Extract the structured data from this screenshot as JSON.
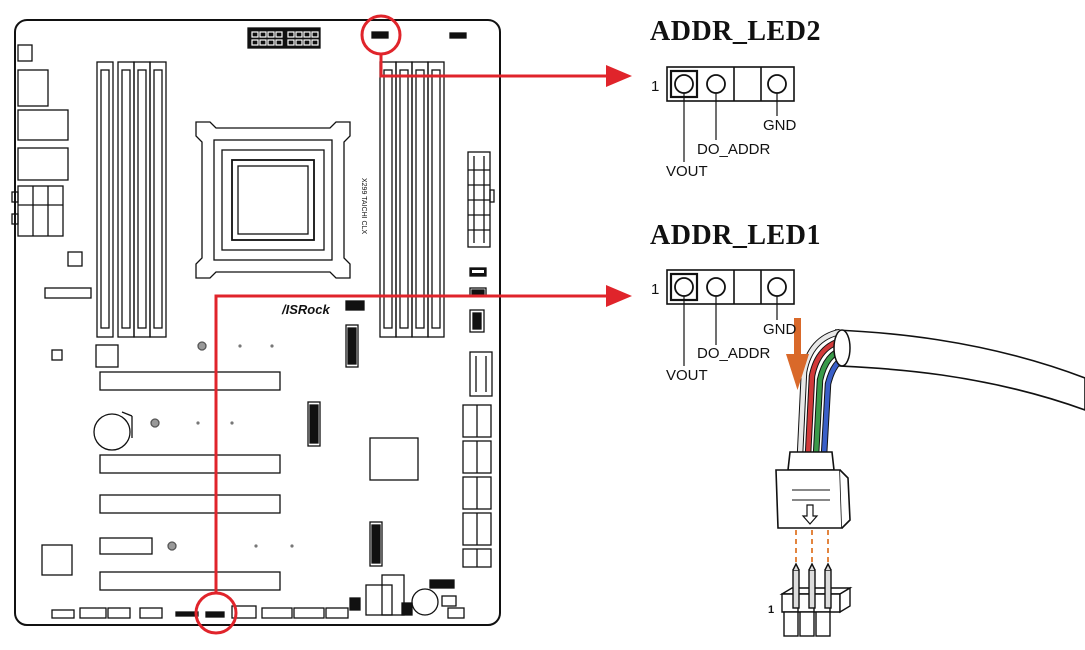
{
  "headers": {
    "led2_title": "ADDR_LED2",
    "led1_title": "ADDR_LED1"
  },
  "led2": {
    "pin1_marker": "1",
    "gnd_label": "GND",
    "do_addr_label": "DO_ADDR",
    "vout_label": "VOUT"
  },
  "led1": {
    "pin1_marker": "1",
    "gnd_label": "GND",
    "do_addr_label": "DO_ADDR",
    "vout_label": "VOUT"
  },
  "board": {
    "brand": "/ISRock",
    "silk": "X299 TAICHI CLX"
  },
  "cable": {
    "pin1_marker": "1"
  },
  "colors": {
    "callout": "#e0242b",
    "cable_arrow": "#d9692a",
    "wire_red": "#d23a3a",
    "wire_green": "#3a9a4a",
    "wire_blue": "#3a5fc8",
    "wire_white": "#e8e8e8",
    "pin_guide": "#e3853f",
    "outline": "#111111"
  }
}
